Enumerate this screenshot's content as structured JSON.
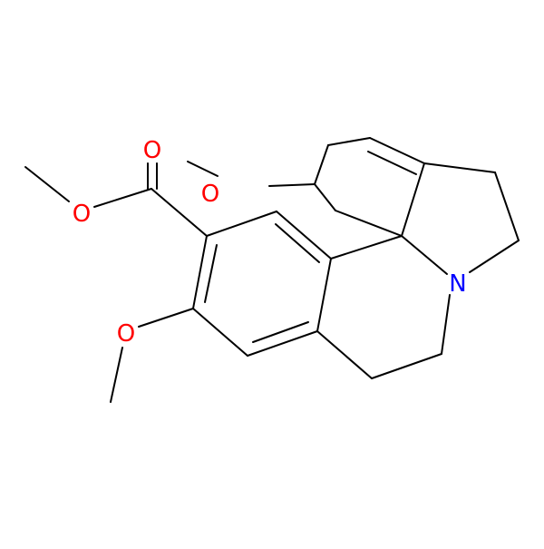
{
  "molecule": {
    "atoms": [
      {
        "id": "o_ester_carbonyl",
        "symbol": "O",
        "color": "#ff0000"
      },
      {
        "id": "o_ester_methoxy",
        "symbol": "O",
        "color": "#ff0000"
      },
      {
        "id": "o_ring_methoxy",
        "symbol": "O",
        "color": "#ff0000"
      },
      {
        "id": "o_aryl_methoxy",
        "symbol": "O",
        "color": "#ff0000"
      },
      {
        "id": "n_amine",
        "symbol": "N",
        "color": "#0000ff"
      }
    ],
    "colors": {
      "bond": "#000000",
      "oxygen": "#ff0000",
      "nitrogen": "#0000ff",
      "background": "#ffffff"
    }
  }
}
